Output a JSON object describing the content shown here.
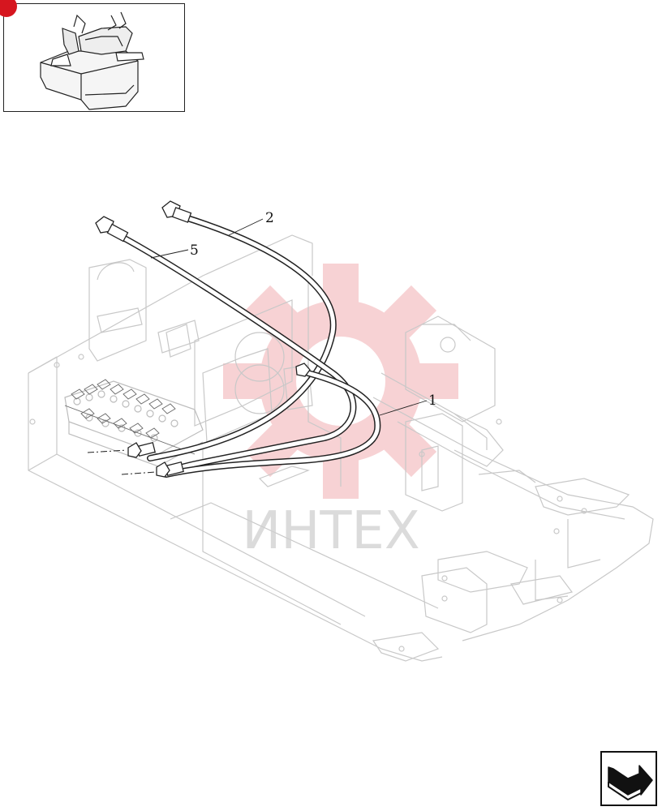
{
  "watermark": {
    "text": "ИНТЕХ",
    "color": "#e7777b"
  },
  "callouts": [
    {
      "label": "1"
    },
    {
      "label": "2"
    },
    {
      "label": "5"
    }
  ],
  "thumbnail": {
    "icon": "seat-assembly-icon",
    "badge_color": "#d6161f"
  },
  "navigation": {
    "icon": "return-arrow-icon"
  }
}
